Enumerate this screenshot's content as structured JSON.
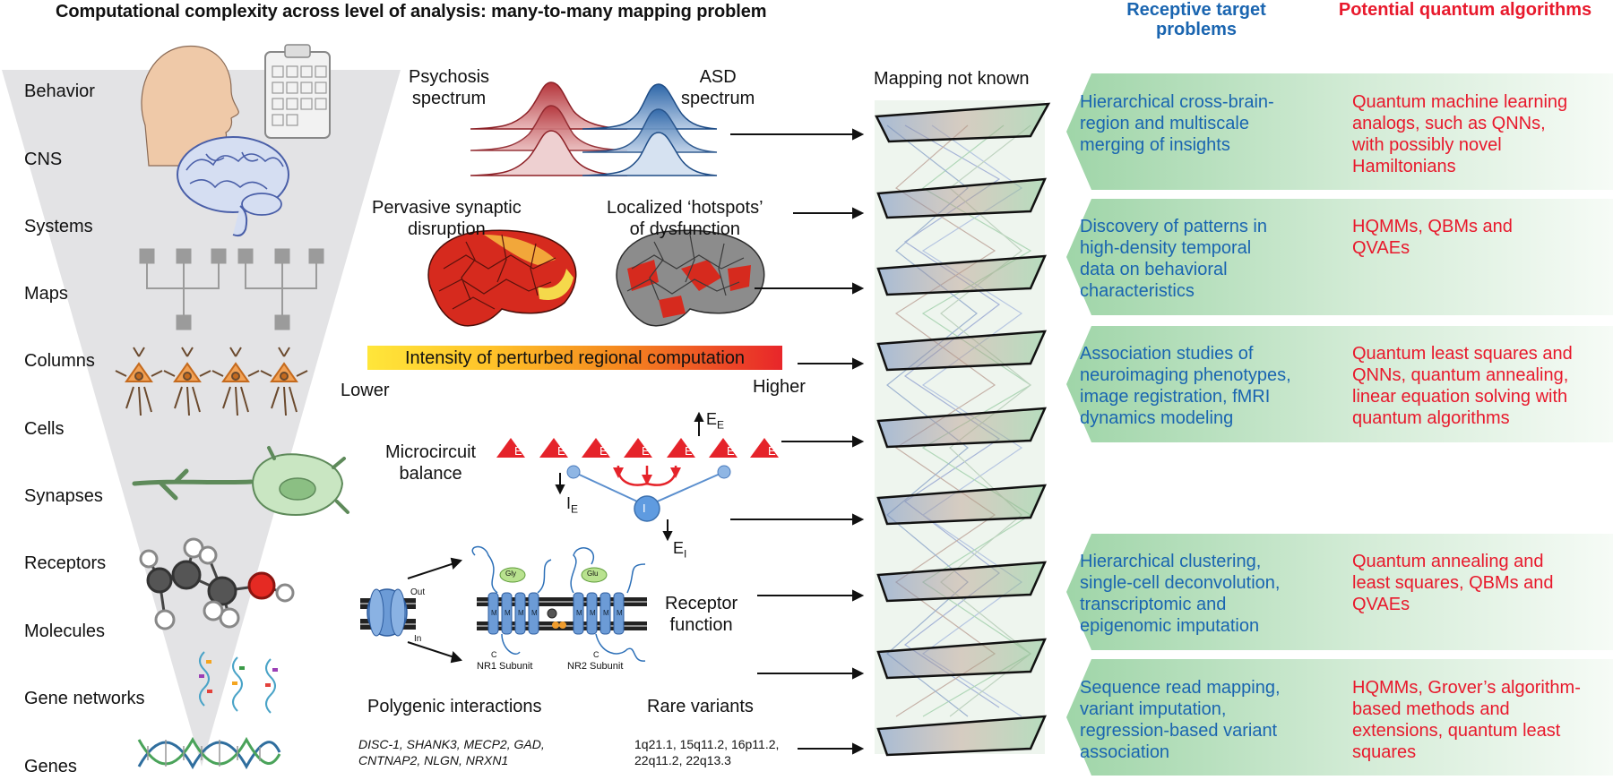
{
  "title": "Computational complexity across level of analysis: many-to-many mapping problem",
  "headers": {
    "receptive": "Receptive target problems",
    "quantum": "Potential quantum algorithms"
  },
  "levels": [
    "Behavior",
    "CNS",
    "Systems",
    "Maps",
    "Columns",
    "Cells",
    "Synapses",
    "Receptors",
    "Molecules",
    "Gene networks",
    "Genes"
  ],
  "middle": {
    "psychosis": "Psychosis\nspectrum",
    "asd": "ASD\nspectrum",
    "pervasive": "Pervasive synaptic\ndisruption",
    "localized": "Localized ‘hotspots’\nof dysfunction",
    "intensity": "Intensity of perturbed regional computation",
    "lower": "Lower",
    "higher": "Higher",
    "microcircuit": "Microcircuit\nbalance",
    "receptor_function": "Receptor\nfunction",
    "polygenic": "Polygenic interactions",
    "rare_variants": "Rare variants",
    "genes_list": "DISC-1, SHANK3, MECP2, GAD,\nCNTNAP2, NLGN, NRXN1",
    "variants_list": "1q21.1, 15q11.2, 16p11.2,\n22q11.2, 22q13.3",
    "nr1": "NR1 Subunit",
    "nr2": "NR2 Subunit",
    "out": "Out",
    "in": "In",
    "gly": "Gly",
    "glu": "Glu",
    "e": "E",
    "i": "I",
    "ee": "E",
    "ee_sub": "E",
    "ie": "I",
    "ie_sub": "E",
    "ei": "E",
    "ei_sub": "I",
    "c": "C",
    "m": "M"
  },
  "mapping_label": "Mapping not known",
  "rows": [
    {
      "problem": "Hierarchical cross-brain-\nregion and multiscale\nmerging of insights",
      "algorithm": "Quantum machine learning\nanalogs, such as QNNs,\nwith possibly novel\nHamiltonians"
    },
    {
      "problem": "Discovery of patterns in\nhigh-density temporal\ndata on behavioral\ncharacteristics",
      "algorithm": "HQMMs, QBMs and\nQVAEs"
    },
    {
      "problem": "Association studies of\nneuroimaging phenotypes,\nimage registration, fMRI\ndynamics modeling",
      "algorithm": "Quantum least squares and\nQNNs, quantum annealing,\nlinear equation solving with\nquantum algorithms"
    },
    {
      "problem": "Hierarchical clustering,\nsingle-cell deconvolution,\ntranscriptomic and\nepigenomic imputation",
      "algorithm": "Quantum annealing and\nleast squares, QBMs and\nQVAEs"
    },
    {
      "problem": "Sequence read mapping,\nvariant imputation,\nregression-based variant\nassociation",
      "algorithm": "HQMMs, Grover’s algorithm-\nbased methods and\nextensions, quantum least\nsquares"
    }
  ],
  "colors": {
    "blue": "#1a65b0",
    "red": "#e8192c",
    "green_band": "#bfe3c6",
    "funnel": "#e3e3e5"
  }
}
